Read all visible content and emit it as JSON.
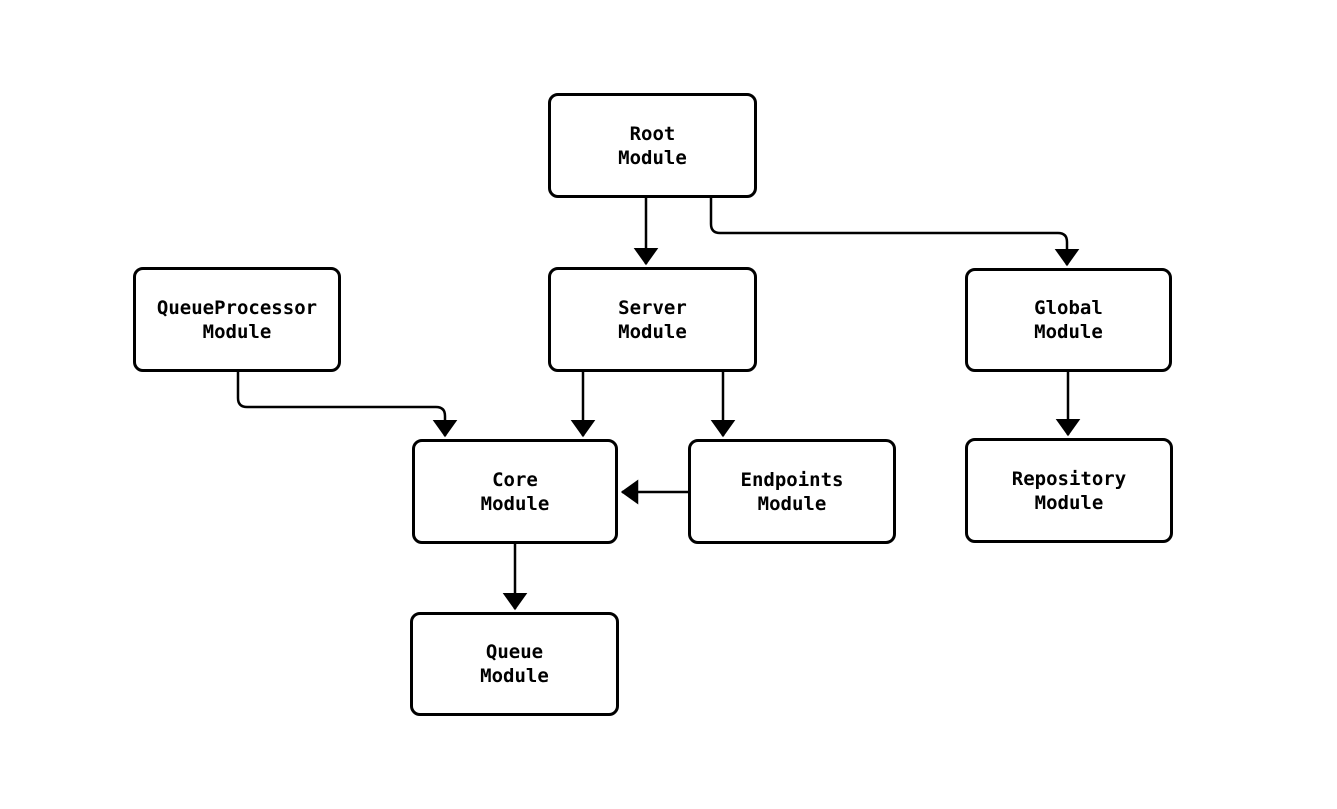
{
  "diagram": {
    "type": "module-dependency-flowchart",
    "background_color": "#ffffff",
    "node_fill_color": "#ffffff",
    "node_border_color": "#000000",
    "edge_color": "#000000",
    "text_color": "#000000",
    "nodes": [
      {
        "id": "root",
        "label": "Root\nModule"
      },
      {
        "id": "queueprocessor",
        "label": "QueueProcessor\nModule"
      },
      {
        "id": "server",
        "label": "Server\nModule"
      },
      {
        "id": "global",
        "label": "Global\nModule"
      },
      {
        "id": "core",
        "label": "Core\nModule"
      },
      {
        "id": "endpoints",
        "label": "Endpoints\nModule"
      },
      {
        "id": "repository",
        "label": "Repository\nModule"
      },
      {
        "id": "queue",
        "label": "Queue\nModule"
      }
    ],
    "edges": [
      {
        "from": "Root Module",
        "to": "Server Module"
      },
      {
        "from": "Root Module",
        "to": "Global Module"
      },
      {
        "from": "QueueProcessor Module",
        "to": "Core Module"
      },
      {
        "from": "Server Module",
        "to": "Core Module"
      },
      {
        "from": "Server Module",
        "to": "Endpoints Module"
      },
      {
        "from": "Endpoints Module",
        "to": "Core Module"
      },
      {
        "from": "Global Module",
        "to": "Repository Module"
      },
      {
        "from": "Core Module",
        "to": "Queue Module"
      }
    ]
  }
}
